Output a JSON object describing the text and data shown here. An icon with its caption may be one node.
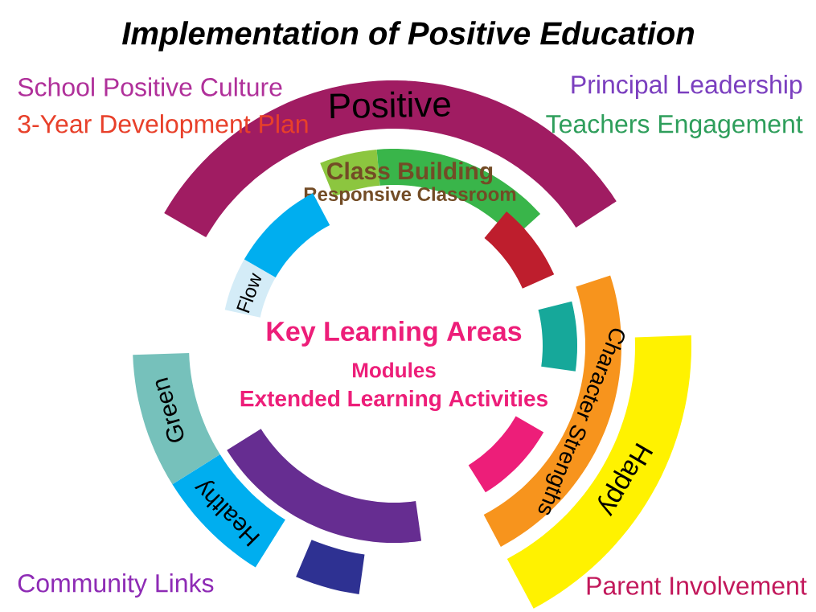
{
  "diagram": {
    "title": "Implementation of Positive Education",
    "nodes": [
      {
        "text": [
          "Positive"
        ]
      },
      {
        "text": [
          "Class Building",
          "Responsive Classroom"
        ]
      },
      {
        "text": [
          "Flow"
        ]
      },
      {
        "text": [],
        "shape": "arc"
      },
      {
        "text": [],
        "shape": "arc"
      },
      {
        "text": [
          "Character Strengths"
        ]
      },
      {
        "text": [
          "Happy"
        ]
      },
      {
        "text": [
          "Green"
        ]
      },
      {
        "text": [
          "Healthy"
        ]
      },
      {
        "text": [],
        "shape": "arc"
      },
      {
        "text": [],
        "shape": "arc"
      },
      {
        "text": [],
        "shape": "arc"
      }
    ],
    "labels": [
      "School Positive Culture",
      "3-Year Development Plan",
      "Principal Leadership",
      "Teachers Engagement",
      "Key Learning Areas",
      "Modules",
      "Extended Learning Activities",
      "Community Links",
      "Parent Involvement"
    ]
  }
}
